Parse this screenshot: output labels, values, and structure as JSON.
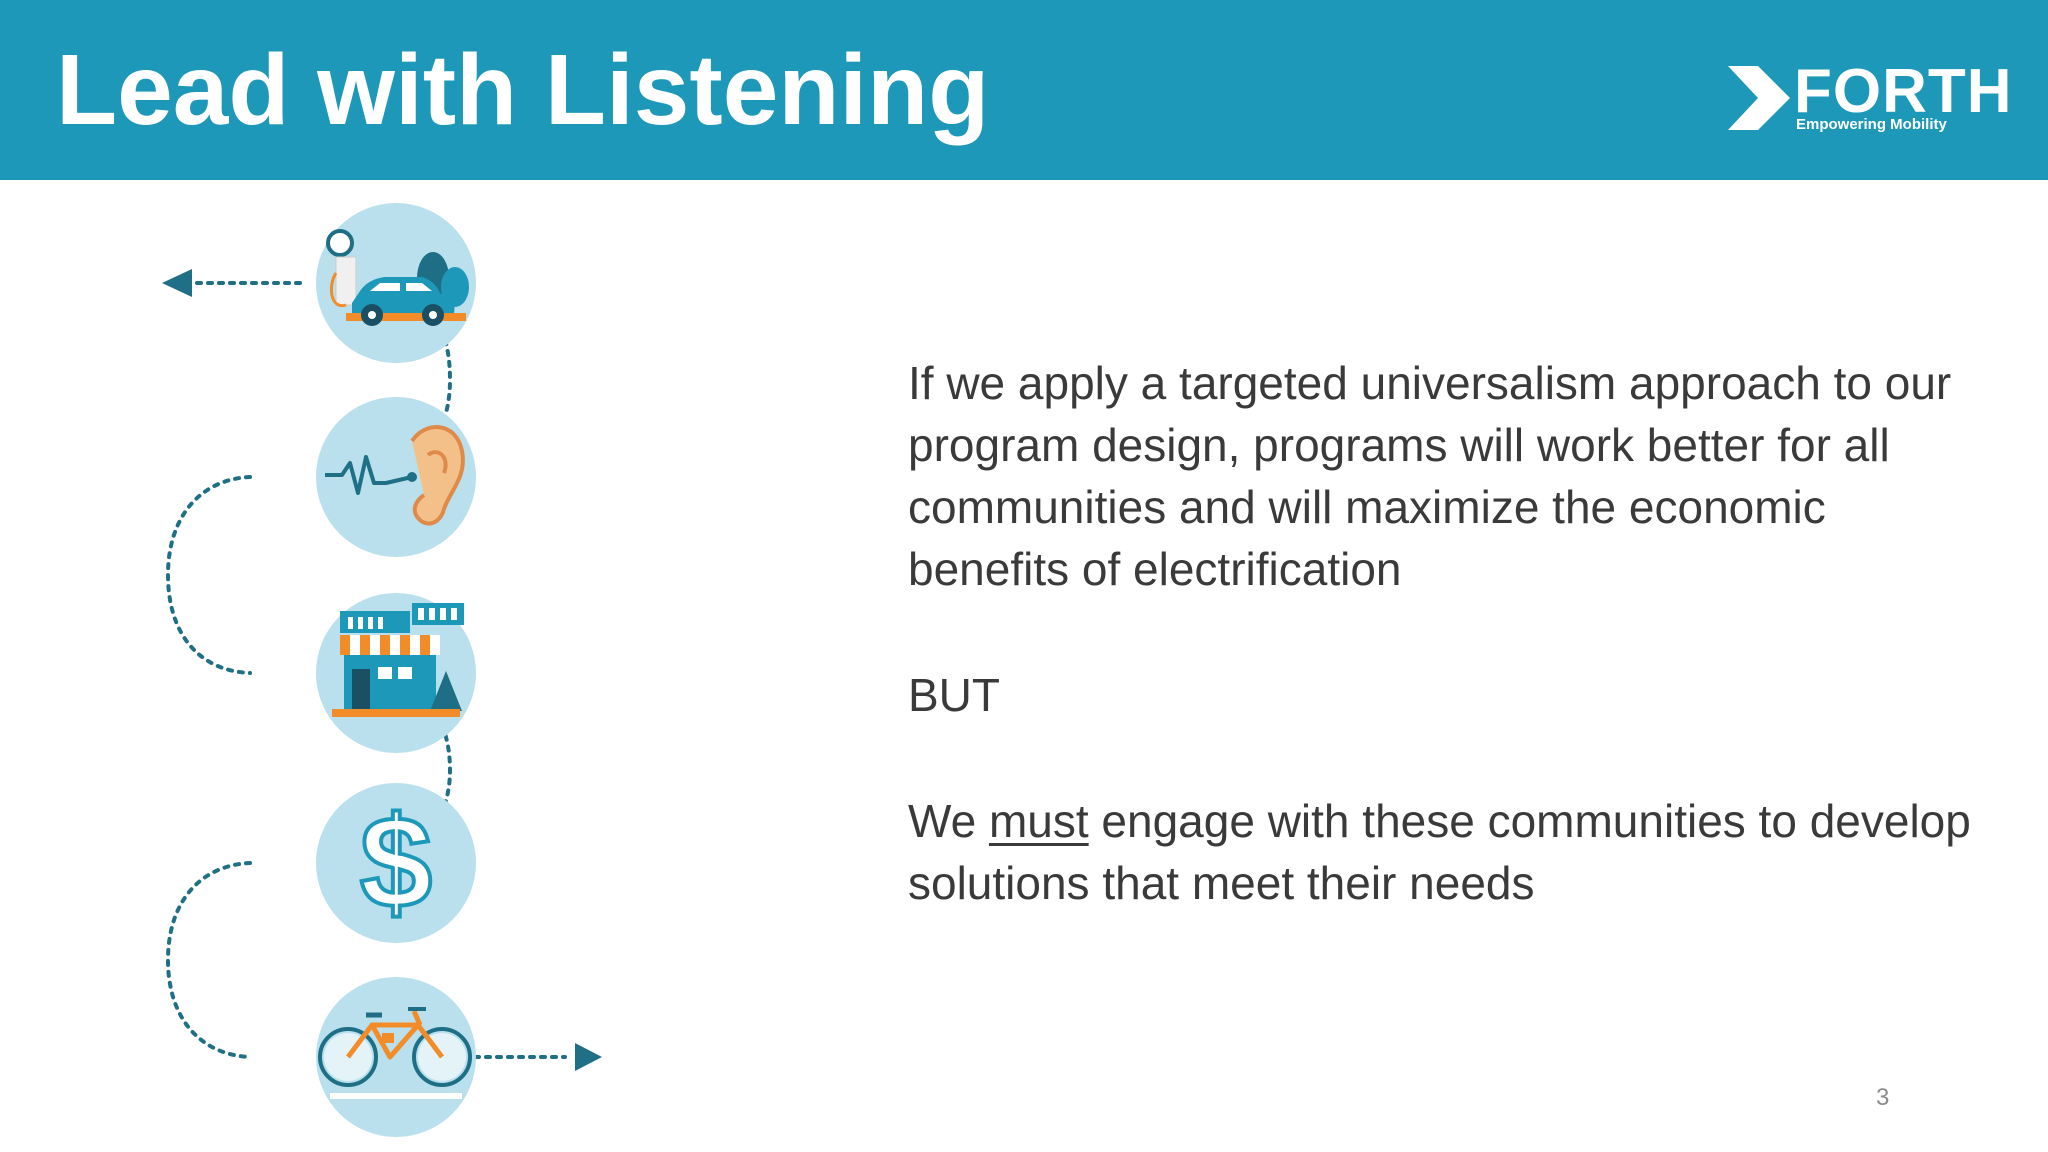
{
  "slide": {
    "title": "Lead with Listening",
    "page_number": "3",
    "brand_color": "#1e98b9",
    "text_color": "#3a3a3a"
  },
  "logo": {
    "name": "FORTH",
    "tagline": "Empowering Mobility"
  },
  "body": {
    "paragraph_1": "If we apply a targeted universalism approach to our program design, programs will work better for all communities and will maximize the economic benefits of electrification",
    "but": "BUT",
    "paragraph_2_prefix": "We ",
    "paragraph_2_emphasis": "must",
    "paragraph_2_suffix": " engage with these communities to develop solutions that meet their needs"
  },
  "illustration": {
    "icons": [
      "electric-car-charging-icon",
      "ear-listening-icon",
      "storefront-icon",
      "dollar-sign-icon",
      "bicycle-icon"
    ]
  }
}
